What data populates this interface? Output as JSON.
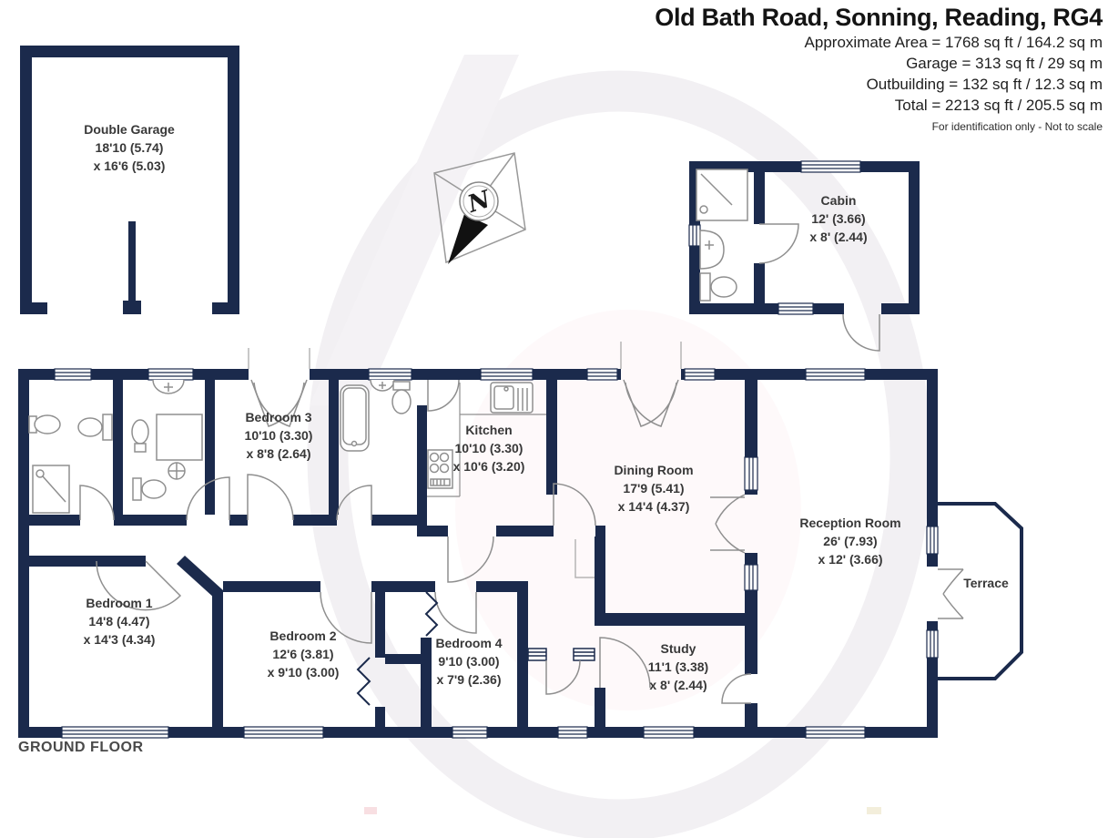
{
  "header": {
    "title": "Old Bath Road, Sonning, Reading, RG4",
    "area_lines": [
      "Approximate Area = 1768 sq ft / 164.2 sq m",
      "Garage = 313 sq ft / 29 sq m",
      "Outbuilding = 132 sq ft / 12.3 sq m",
      "Total = 2213 sq ft / 205.5 sq m"
    ],
    "disclaimer": "For identification only - Not to scale"
  },
  "floor_label": "GROUND FLOOR",
  "compass": {
    "north": "N"
  },
  "rooms": {
    "double_garage": {
      "name": "Double Garage",
      "dim1": "18'10 (5.74)",
      "dim2": "x 16'6 (5.03)"
    },
    "cabin": {
      "name": "Cabin",
      "dim1": "12' (3.66)",
      "dim2": "x 8' (2.44)"
    },
    "bedroom3": {
      "name": "Bedroom 3",
      "dim1": "10'10 (3.30)",
      "dim2": "x 8'8 (2.64)"
    },
    "kitchen": {
      "name": "Kitchen",
      "dim1": "10'10 (3.30)",
      "dim2": "x 10'6 (3.20)"
    },
    "dining_room": {
      "name": "Dining Room",
      "dim1": "17'9 (5.41)",
      "dim2": "x 14'4 (4.37)"
    },
    "reception_room": {
      "name": "Reception Room",
      "dim1": "26' (7.93)",
      "dim2": "x 12' (3.66)"
    },
    "terrace": {
      "name": "Terrace"
    },
    "bedroom1": {
      "name": "Bedroom 1",
      "dim1": "14'8 (4.47)",
      "dim2": "x 14'3 (4.34)"
    },
    "bedroom2": {
      "name": "Bedroom 2",
      "dim1": "12'6 (3.81)",
      "dim2": "x 9'10 (3.00)"
    },
    "bedroom4": {
      "name": "Bedroom 4",
      "dim1": "9'10 (3.00)",
      "dim2": "x 7'9 (2.36)"
    },
    "study": {
      "name": "Study",
      "dim1": "11'1 (3.38)",
      "dim2": "x 8' (2.44)"
    }
  },
  "colors": {
    "wall": "#1b2a4c",
    "door": "#8f8f8f",
    "fixture": "#8f8f8f",
    "label": "#383838",
    "title": "#141414",
    "muted": "#4a4a4a"
  }
}
